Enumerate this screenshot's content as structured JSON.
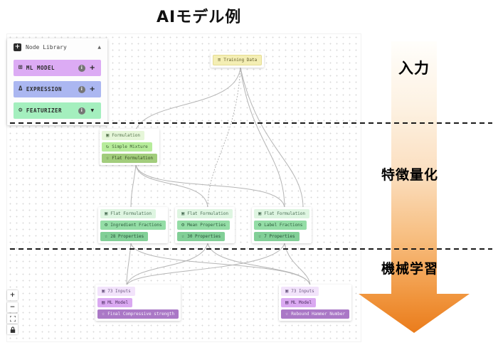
{
  "title": "AIモデル例",
  "stages": {
    "input": "入力",
    "featurization": "特徴量化",
    "machine_learning": "機械学習"
  },
  "node_library": {
    "title": "Node Library",
    "header_icon": "+",
    "collapse_caret": "▲",
    "items": [
      {
        "label": "ML MODEL",
        "icon": "⊞",
        "badge": "i",
        "action": "+"
      },
      {
        "label": "EXPRESSION",
        "icon": "Δ",
        "badge": "i",
        "action": "+"
      },
      {
        "label": "FEATURIZER",
        "icon": "⚙",
        "badge": "i",
        "action": "▼"
      }
    ]
  },
  "nodes": {
    "training_data": {
      "icon": "≡",
      "label": "Training Data"
    },
    "formulation": {
      "rows": [
        {
          "icon": "▣",
          "label": "Formulation"
        },
        {
          "icon": "↻",
          "label": "Simple Mixture"
        },
        {
          "icon": "☆",
          "label": "Flat Formulation"
        }
      ]
    },
    "featurizer1": {
      "rows": [
        {
          "icon": "▣",
          "label": "Flat Formulation"
        },
        {
          "icon": "⚙",
          "label": "Ingredient Fractions"
        },
        {
          "icon": "☆",
          "label": "28 Properties"
        }
      ]
    },
    "featurizer2": {
      "rows": [
        {
          "icon": "▣",
          "label": "Flat Formulation"
        },
        {
          "icon": "⚙",
          "label": "Mean Properties"
        },
        {
          "icon": "☆",
          "label": "30 Properties"
        }
      ]
    },
    "featurizer3": {
      "rows": [
        {
          "icon": "▣",
          "label": "Flat Formulation"
        },
        {
          "icon": "⚙",
          "label": "Label Fractions"
        },
        {
          "icon": "☆",
          "label": "7 Properties"
        }
      ]
    },
    "ml_left": {
      "rows": [
        {
          "icon": "▣",
          "label": "73 Inputs"
        },
        {
          "icon": "▤",
          "label": "ML Model"
        },
        {
          "icon": "☆",
          "label": "Final Compressive strength"
        }
      ]
    },
    "ml_right": {
      "rows": [
        {
          "icon": "▣",
          "label": "73 Inputs"
        },
        {
          "icon": "▤",
          "label": "ML Model"
        },
        {
          "icon": "☆",
          "label": "Rebound Hammer Number"
        }
      ]
    }
  },
  "zoom_controls": {
    "zoom_in": "+",
    "zoom_out": "−"
  },
  "colors": {
    "library_ml_model": "#dcabf4",
    "library_expression": "#abb7f1",
    "library_featurizer": "#a4efbe",
    "training_node": "#f4eeb4",
    "formulation_rows": [
      "#e6f6d9",
      "#b7ec9b",
      "#a2cd7c"
    ],
    "featurizer_rows": [
      "#def5e1",
      "#94dda6",
      "#82cf97"
    ],
    "ml_rows": [
      "#f2e3fb",
      "#daa9f1",
      "#aa78c6"
    ],
    "arrow_orange": "#ea7c1c",
    "wire_gray": "#b5b5b5"
  }
}
